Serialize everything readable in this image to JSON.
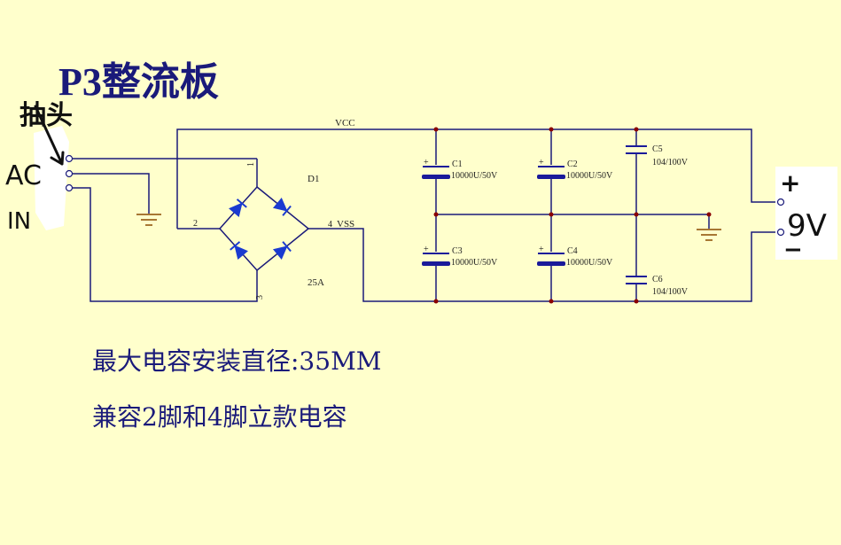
{
  "title": "P3整流板",
  "notes": {
    "line1": "最大电容安装直径:35MM",
    "line2": "兼容2脚和4脚立款电容"
  },
  "handwriting": {
    "top": "抽头",
    "ac": "AC",
    "in": "IN",
    "plus": "+",
    "voltage": "9V",
    "minus": "−"
  },
  "schematic": {
    "net_vcc": "VCC",
    "net_vss": "VSS",
    "bridge": {
      "ref": "D1",
      "rating": "25A",
      "pin1": "1",
      "pin2": "2",
      "pin3": "3",
      "pin4": "4"
    },
    "capacitors": [
      {
        "ref": "C1",
        "value": "10000U/50V"
      },
      {
        "ref": "C2",
        "value": "10000U/50V"
      },
      {
        "ref": "C3",
        "value": "10000U/50V"
      },
      {
        "ref": "C4",
        "value": "10000U/50V"
      },
      {
        "ref": "C5",
        "value": "104/100V"
      },
      {
        "ref": "C6",
        "value": "104/100V"
      }
    ],
    "polarity_mark": "+"
  },
  "colors": {
    "background": "#ffffcc",
    "wire": "#1a1a7a",
    "component": "#1a1a9a",
    "diode": "#1a3ad0",
    "junction": "#8a0000",
    "ground": "#8a4a00"
  }
}
